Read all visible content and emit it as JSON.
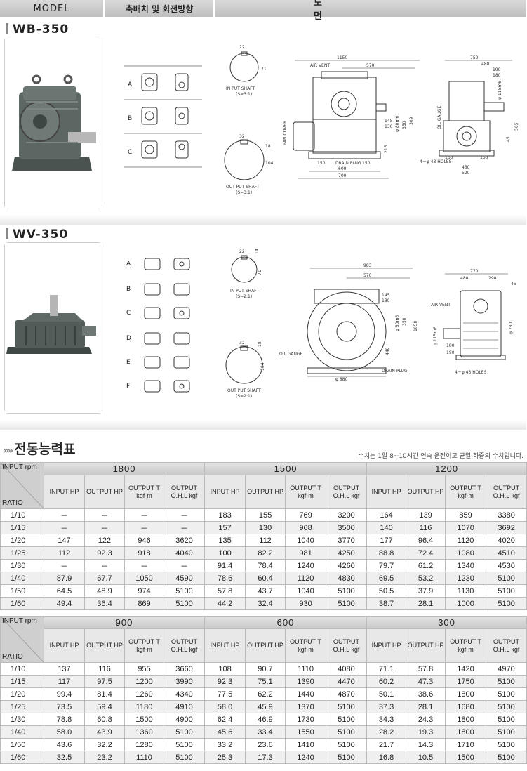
{
  "header": {
    "model": "MODEL",
    "arrangement": "축배치 및 회전방향",
    "drawing": "도 면"
  },
  "wb": {
    "title": "WB-350",
    "arrangements": [
      "A",
      "B",
      "C"
    ],
    "input_shaft": {
      "dim_w": "22",
      "dim_h": "71",
      "label": "IN PUT SHAFT",
      "ratio": "(S=3:1)"
    },
    "output_shaft": {
      "dim_w": "32",
      "dim_h1": "18",
      "dim_h2": "104",
      "label": "OUT PUT SHAFT",
      "ratio": "(S=3:1)"
    },
    "front": {
      "d1150": "1150",
      "d570": "570",
      "air_vent": "AIR VENT",
      "fan_cover": "FAN COVER",
      "d145": "145",
      "d130": "130",
      "phi80": "φ 80m6",
      "d350": "350",
      "d309": "309",
      "d215": "215",
      "d150a": "150",
      "drain": "DRAIN PLUG",
      "d150b": "150",
      "d600": "600",
      "d700": "700"
    },
    "side": {
      "d750": "750",
      "d480": "480",
      "d190": "190",
      "d180": "180",
      "phi115": "φ 115m6",
      "oil_gauge": "OIL GAUGE",
      "d565": "565",
      "d45": "45",
      "holes": "4－φ 43 HOLES",
      "d160a": "160",
      "d160b": "160",
      "d430": "430",
      "d520": "520"
    }
  },
  "wv": {
    "title": "WV-350",
    "arrangements": [
      "A",
      "B",
      "C",
      "D",
      "E",
      "F"
    ],
    "input_shaft": {
      "dim_w": "22",
      "dim_h1": "14",
      "dim_h2": "71",
      "label": "IN PUT SHAFT",
      "ratio": "(S=2:1)"
    },
    "output_shaft": {
      "dim_w": "32",
      "dim_h1": "18",
      "dim_h2": "104",
      "label": "OUT PUT SHAFT",
      "ratio": "(S=2:1)"
    },
    "front": {
      "d983": "983",
      "d570": "570",
      "d145": "145",
      "d130": "130",
      "phi80": "φ 80m6",
      "d350": "350",
      "d1050": "1050",
      "d440": "440",
      "oil_gauge": "OIL GAUGE",
      "drain": "DRAIN PLUG",
      "phi880": "φ 880"
    },
    "side": {
      "d770": "770",
      "d480": "480",
      "d290": "290",
      "d45": "45",
      "air_vent": "AIR VENT",
      "phi115": "φ 115m6",
      "phi780": "φ 780",
      "d180": "180",
      "d190": "190",
      "holes": "4－φ 43 HOLES"
    }
  },
  "perf": {
    "title": "전동능력표",
    "chevron": "»»",
    "note": "수치는 1일 8~10시간 연속 운전이고 균일 하중의 수치입니다.",
    "corner_rpm": "INPUT rpm",
    "corner_ratio": "RATIO",
    "col_headers": [
      "INPUT HP",
      "OUTPUT HP",
      "OUTPUT T kgf-m",
      "OUTPUT O.H.L kgf"
    ],
    "ratios": [
      "1/10",
      "1/15",
      "1/20",
      "1/25",
      "1/30",
      "1/40",
      "1/50",
      "1/60"
    ],
    "table1": {
      "speeds": [
        "1800",
        "1500",
        "1200"
      ],
      "rows": [
        [
          "1/10",
          "－",
          "－",
          "－",
          "－",
          "183",
          "155",
          "769",
          "3200",
          "164",
          "139",
          "859",
          "3380"
        ],
        [
          "1/15",
          "－",
          "－",
          "－",
          "－",
          "157",
          "130",
          "968",
          "3500",
          "140",
          "116",
          "1070",
          "3692"
        ],
        [
          "1/20",
          "147",
          "122",
          "946",
          "3620",
          "135",
          "112",
          "1040",
          "3770",
          "177",
          "96.4",
          "1120",
          "4020"
        ],
        [
          "1/25",
          "112",
          "92.3",
          "918",
          "4040",
          "100",
          "82.2",
          "981",
          "4250",
          "88.8",
          "72.4",
          "1080",
          "4510"
        ],
        [
          "1/30",
          "－",
          "－",
          "－",
          "－",
          "91.4",
          "78.4",
          "1240",
          "4260",
          "79.7",
          "61.2",
          "1340",
          "4530"
        ],
        [
          "1/40",
          "87.9",
          "67.7",
          "1050",
          "4590",
          "78.6",
          "60.4",
          "1120",
          "4830",
          "69.5",
          "53.2",
          "1230",
          "5100"
        ],
        [
          "1/50",
          "64.5",
          "48.9",
          "974",
          "5100",
          "57.8",
          "43.7",
          "1040",
          "5100",
          "50.5",
          "37.9",
          "1130",
          "5100"
        ],
        [
          "1/60",
          "49.4",
          "36.4",
          "869",
          "5100",
          "44.2",
          "32.4",
          "930",
          "5100",
          "38.7",
          "28.1",
          "1000",
          "5100"
        ]
      ]
    },
    "table2": {
      "speeds": [
        "900",
        "600",
        "300"
      ],
      "rows": [
        [
          "1/10",
          "137",
          "116",
          "955",
          "3660",
          "108",
          "90.7",
          "1110",
          "4080",
          "71.1",
          "57.8",
          "1420",
          "4970"
        ],
        [
          "1/15",
          "117",
          "97.5",
          "1200",
          "3990",
          "92.3",
          "75.1",
          "1390",
          "4470",
          "60.2",
          "47.3",
          "1750",
          "5100"
        ],
        [
          "1/20",
          "99.4",
          "81.4",
          "1260",
          "4340",
          "77.5",
          "62.2",
          "1440",
          "4870",
          "50.1",
          "38.6",
          "1800",
          "5100"
        ],
        [
          "1/25",
          "73.5",
          "59.4",
          "1180",
          "4910",
          "58.0",
          "45.9",
          "1370",
          "5100",
          "37.3",
          "28.1",
          "1680",
          "5100"
        ],
        [
          "1/30",
          "78.8",
          "60.8",
          "1500",
          "4900",
          "62.4",
          "46.9",
          "1730",
          "5100",
          "34.3",
          "24.3",
          "1800",
          "5100"
        ],
        [
          "1/40",
          "58.0",
          "43.9",
          "1360",
          "5100",
          "45.6",
          "33.4",
          "1550",
          "5100",
          "28.2",
          "19.3",
          "1800",
          "5100"
        ],
        [
          "1/50",
          "43.6",
          "32.2",
          "1280",
          "5100",
          "33.2",
          "23.6",
          "1410",
          "5100",
          "21.7",
          "14.3",
          "1710",
          "5100"
        ],
        [
          "1/60",
          "32.5",
          "23.2",
          "1110",
          "5100",
          "25.3",
          "17.3",
          "1240",
          "5100",
          "16.8",
          "10.5",
          "1500",
          "5100"
        ]
      ]
    }
  }
}
